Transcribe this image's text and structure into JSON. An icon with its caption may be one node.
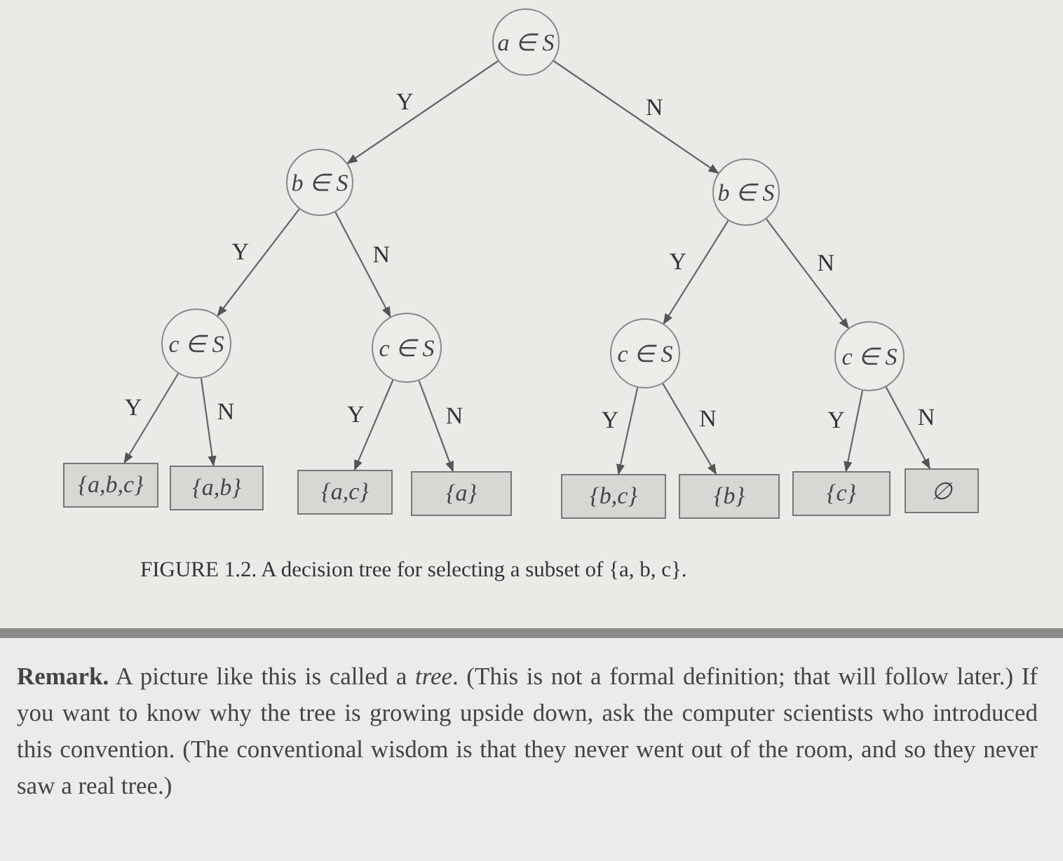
{
  "diagram": {
    "caption": "FIGURE 1.2. A decision tree for selecting a subset of {a, b, c}.",
    "nodes": [
      {
        "text": [
          "a ∈ S"
        ]
      },
      {
        "text": [
          "b ∈ S"
        ]
      },
      {
        "text": [
          "b ∈ S"
        ]
      },
      {
        "text": [
          "c ∈ S"
        ]
      },
      {
        "text": [
          "c ∈ S"
        ]
      },
      {
        "text": [
          "c ∈ S"
        ]
      },
      {
        "text": [
          "c ∈ S"
        ]
      },
      {
        "text": [
          "{a,b,c}"
        ]
      },
      {
        "text": [
          "{a,b}"
        ]
      },
      {
        "text": [
          "{a,c}"
        ]
      },
      {
        "text": [
          "{a}"
        ]
      },
      {
        "text": [
          "{b,c}"
        ]
      },
      {
        "text": [
          "{b}"
        ]
      },
      {
        "text": [
          "{c}"
        ]
      },
      {
        "text": [
          "∅"
        ]
      }
    ],
    "edges": [
      {
        "from": 0,
        "to": 1,
        "arrow": "to",
        "label": "Y"
      },
      {
        "from": 0,
        "to": 2,
        "arrow": "to",
        "label": "N"
      },
      {
        "from": 1,
        "to": 3,
        "arrow": "to",
        "label": "Y"
      },
      {
        "from": 1,
        "to": 4,
        "arrow": "to",
        "label": "N"
      },
      {
        "from": 2,
        "to": 5,
        "arrow": "to",
        "label": "Y"
      },
      {
        "from": 2,
        "to": 6,
        "arrow": "to",
        "label": "N"
      },
      {
        "from": 3,
        "to": 7,
        "arrow": "to",
        "label": "Y"
      },
      {
        "from": 3,
        "to": 8,
        "arrow": "to",
        "label": "N"
      },
      {
        "from": 4,
        "to": 9,
        "arrow": "to",
        "label": "Y"
      },
      {
        "from": 4,
        "to": 10,
        "arrow": "to",
        "label": "N"
      },
      {
        "from": 5,
        "to": 11,
        "arrow": "to",
        "label": "Y"
      },
      {
        "from": 5,
        "to": 12,
        "arrow": "to",
        "label": "N"
      },
      {
        "from": 6,
        "to": 13,
        "arrow": "to",
        "label": "Y"
      },
      {
        "from": 6,
        "to": 14,
        "arrow": "to",
        "label": "N"
      }
    ],
    "labels": [
      "**Remark.** A picture like this is called a *tree*. (This is not a formal definition; that will follow later.) If you want to know why the tree is growing upside down, ask the computer scientists who introduced this convention. (The conventional wisdom is that they never went out of the room, and so they never saw a real tree.)"
    ]
  }
}
